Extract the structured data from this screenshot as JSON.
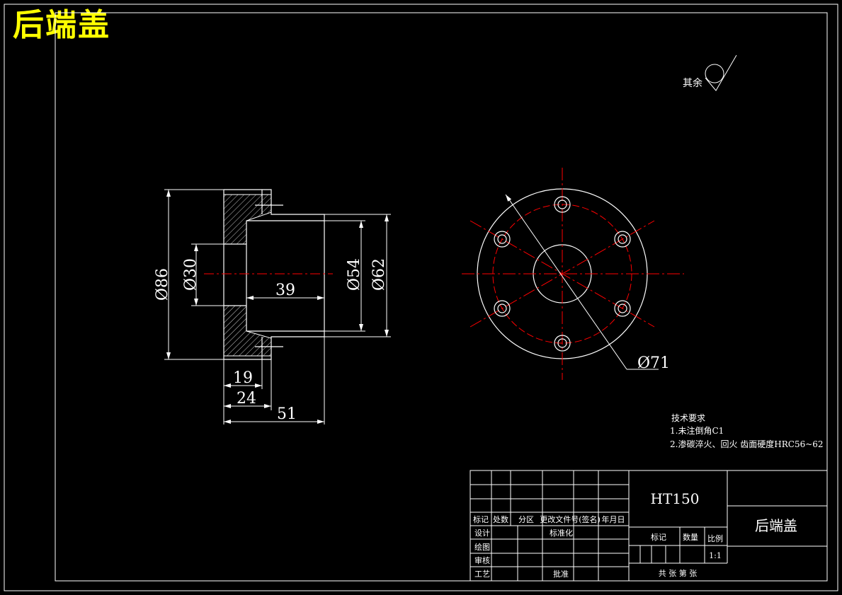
{
  "drawing": {
    "header_title": "后端盖",
    "roughness_label": "其余"
  },
  "dimensions": {
    "d86": "Ø86",
    "d30": "Ø30",
    "d54": "Ø54",
    "d62": "Ø62",
    "len39": "39",
    "len19": "19",
    "len24": "24",
    "len51": "51",
    "d71": "Ø71"
  },
  "tech_requirements": {
    "heading": "技术要求",
    "line1": "1.未注倒角C1",
    "line2": "2.渗碳淬火、回火 齿面硬度HRC56~62"
  },
  "title_block": {
    "material": "HT150",
    "part_name": "后端盖",
    "headers": [
      "标记",
      "处数",
      "分区",
      "更改文件号(签名)",
      "年月日"
    ],
    "rows": [
      "设计",
      "绘图",
      "审核",
      "工艺"
    ],
    "standardize": "标准化",
    "approve": "批准",
    "mark": "标记",
    "quantity": "数量",
    "scale_label": "比例",
    "scale_value": "1:1",
    "sheets": "共  张  第  张"
  },
  "colors": {
    "outline": "#ffffff",
    "centerline": "#ff0000",
    "header_text": "#ffff00",
    "background": "#000000"
  }
}
